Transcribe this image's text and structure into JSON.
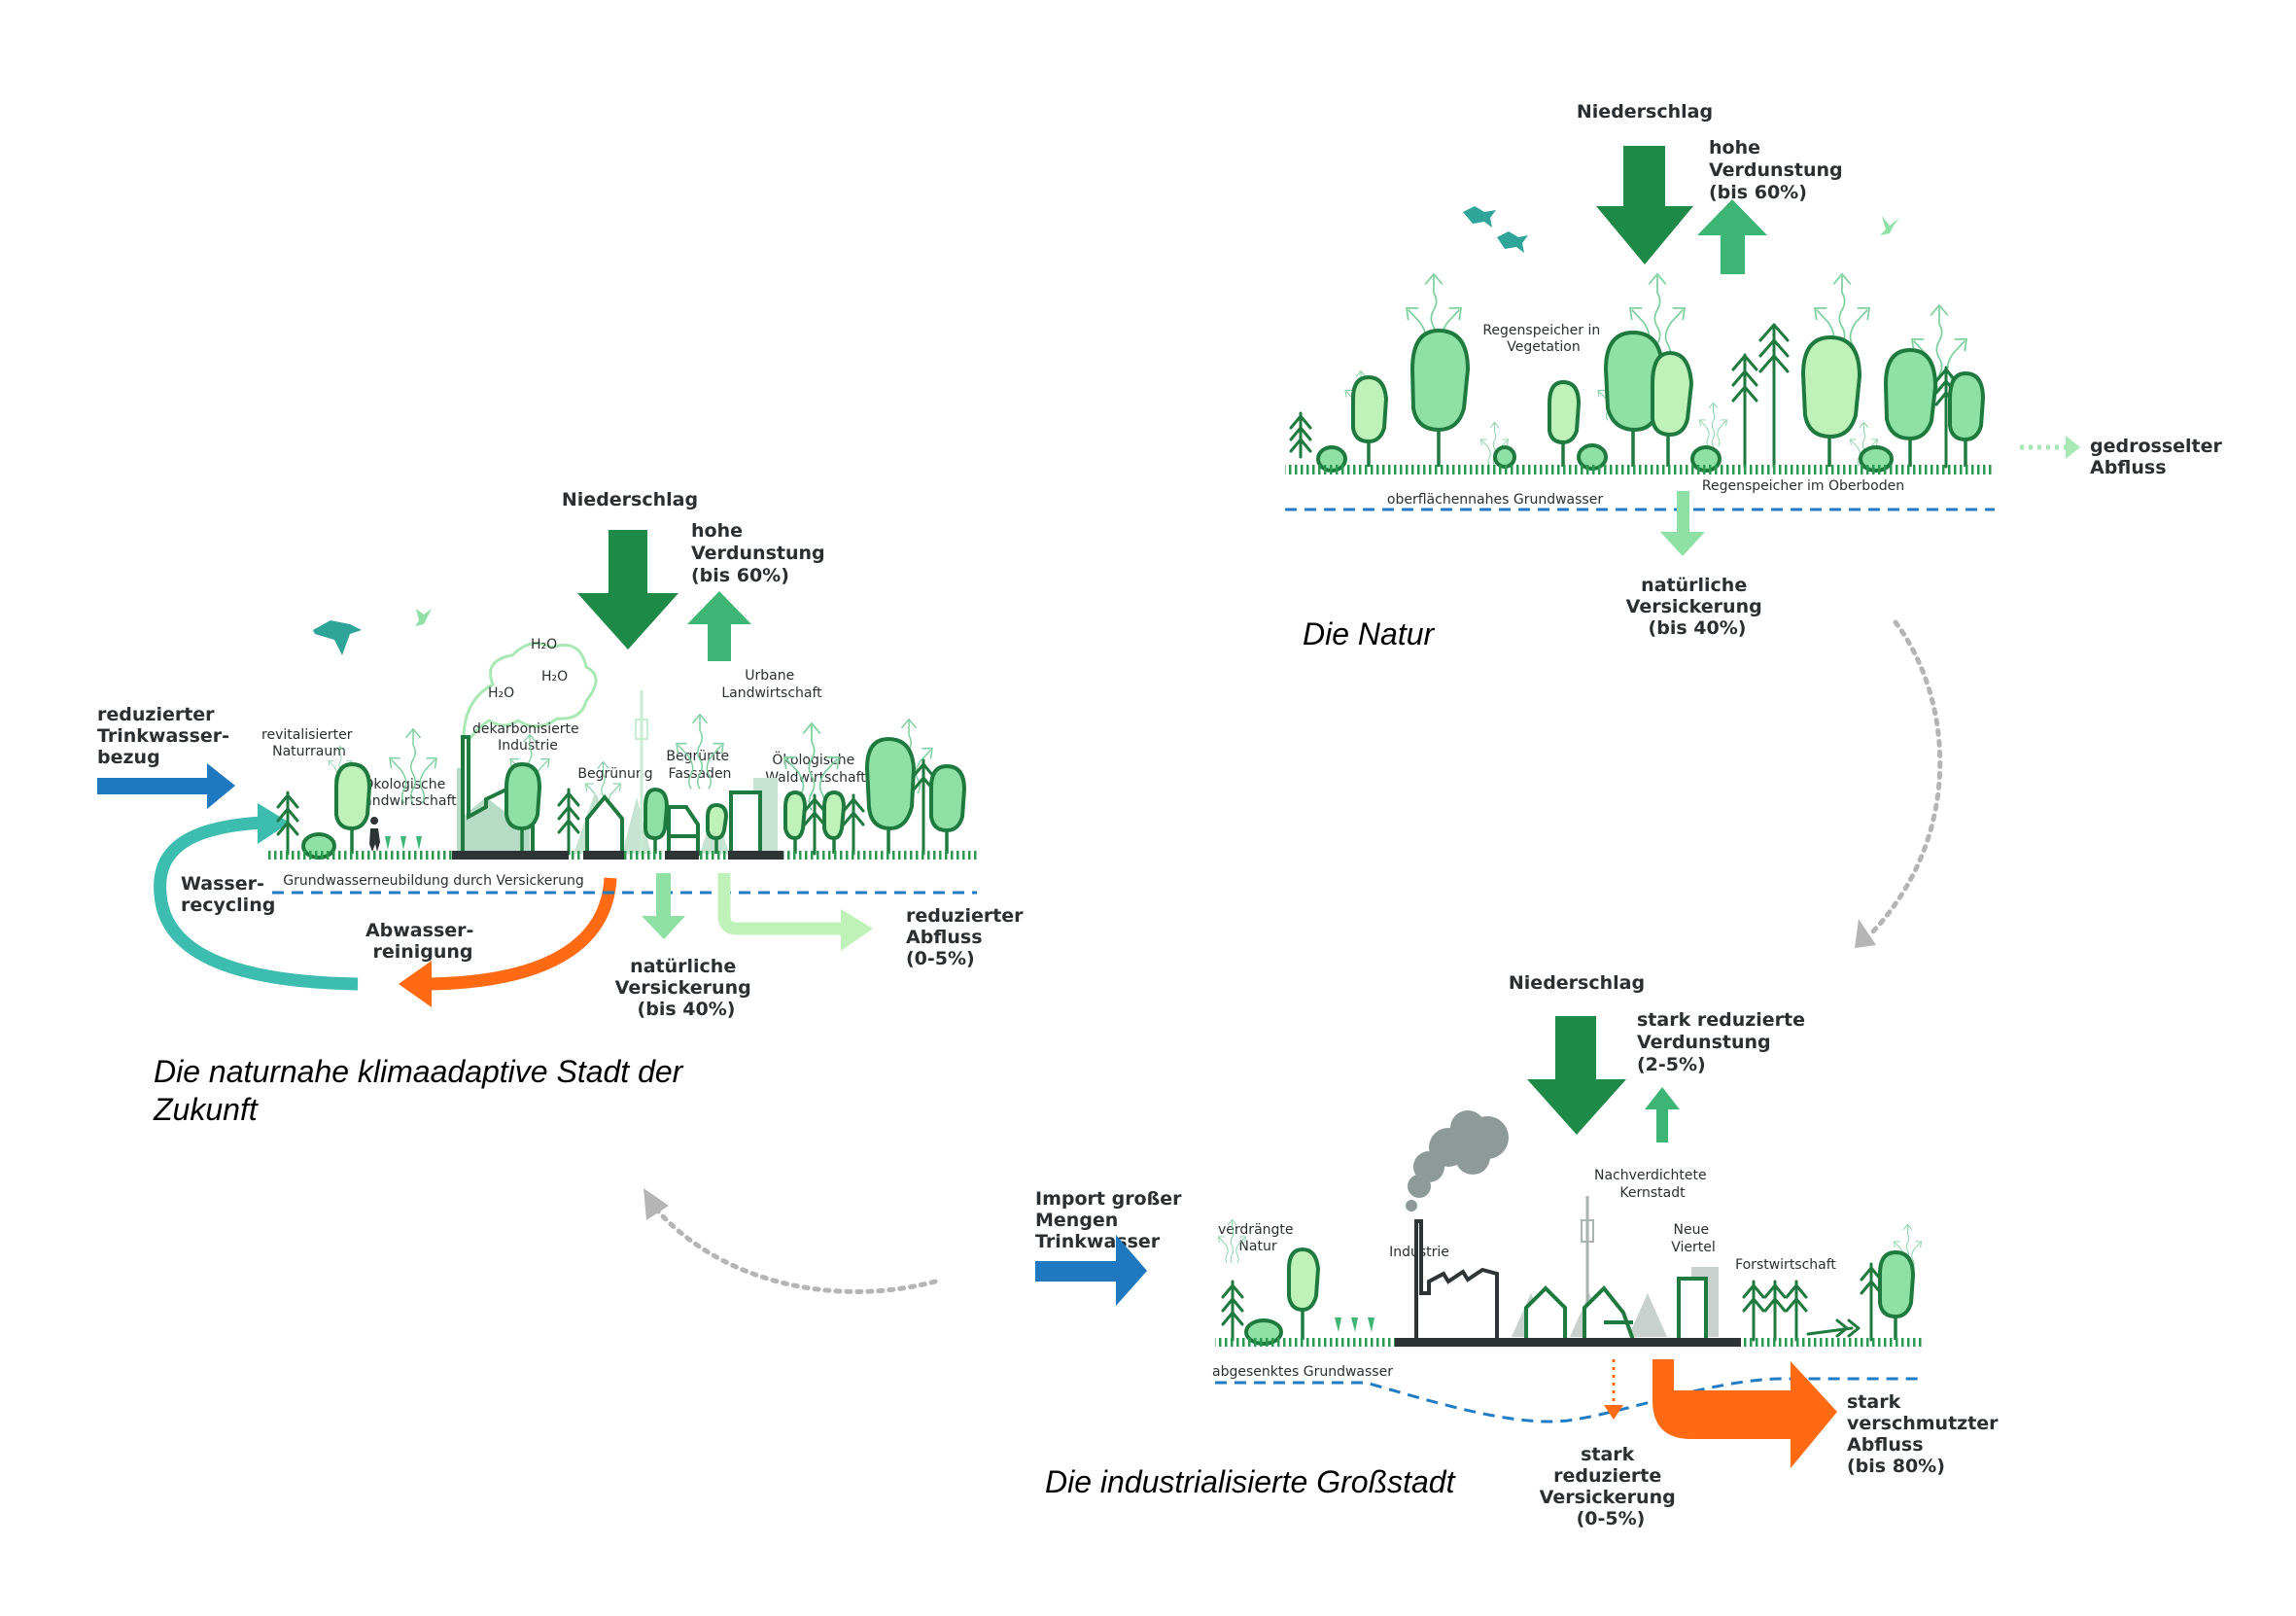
{
  "colors": {
    "dark_green": "#1e8a47",
    "mid_green": "#3db574",
    "light_green": "#8ee0a4",
    "pale_green": "#bff2b8",
    "blue": "#1f78c0",
    "orange": "#ff6a13",
    "teal": "#3dbdb0",
    "dark_ground": "#2e3436",
    "grey_building": "#c8d1cd",
    "smoke": "#8e9a98"
  },
  "natur": {
    "title": "Die Natur",
    "niederschlag": "Niederschlag",
    "verdunstung": [
      "hohe",
      "Verdunstung",
      "(bis 60%)"
    ],
    "regenspeicher_vegetation": [
      "Regenspeicher in",
      "Vegetation"
    ],
    "regenspeicher_oberboden": "Regenspeicher im Oberboden",
    "grundwasser": "oberflächennahes Grundwasser",
    "versickerung": [
      "natürliche",
      "Versickerung",
      "(bis 40%)"
    ],
    "abfluss": [
      "gedrosselter",
      "Abfluss"
    ]
  },
  "zukunft": {
    "title": [
      "Die naturnahe klimaadaptive Stadt der",
      "Zukunft"
    ],
    "niederschlag": "Niederschlag",
    "verdunstung": [
      "hohe",
      "Verdunstung",
      "(bis 60%)"
    ],
    "trinkwasser": [
      "reduzierter",
      "Trinkwasser-",
      "bezug"
    ],
    "naturraum": [
      "revitalisierter",
      "Naturraum"
    ],
    "landwirtschaft": [
      "Ökologische",
      "Landwirtschaft"
    ],
    "industrie": [
      "dekarbonisierte",
      "Industrie"
    ],
    "h2o": "H₂O",
    "begruenung": "Begrünung",
    "fassaden": [
      "Begrünte",
      "Fassaden"
    ],
    "urbane": [
      "Urbane",
      "Landwirtschaft"
    ],
    "waldwirtschaft": [
      "Ökologische",
      "Waldwirtschaft"
    ],
    "grundwasser": "Grundwasserneubildung durch Versickerung",
    "recycling": [
      "Wasser-",
      "recycling"
    ],
    "abwasser": [
      "Abwasser-",
      "reinigung"
    ],
    "versickerung": [
      "natürliche",
      "Versickerung",
      "(bis 40%)"
    ],
    "abfluss": [
      "reduzierter",
      "Abfluss",
      "(0-5%)"
    ]
  },
  "grossstadt": {
    "title": "Die industrialisierte Großstadt",
    "niederschlag": "Niederschlag",
    "verdunstung": [
      "stark reduzierte",
      "Verdunstung",
      "(2-5%)"
    ],
    "import": [
      "Import großer",
      "Mengen",
      "Trinkwasser"
    ],
    "natur": [
      "verdrängte",
      "Natur"
    ],
    "industrie": "Industrie",
    "kernstadt": [
      "Nachverdichtete",
      "Kernstadt"
    ],
    "viertel": [
      "Neue",
      "Viertel"
    ],
    "forst": "Forstwirtschaft",
    "grundwasser": "abgesenktes Grundwasser",
    "versickerung": [
      "stark",
      "reduzierte",
      "Versickerung",
      "(0-5%)"
    ],
    "abfluss": [
      "stark",
      "verschmutzter",
      "Abfluss",
      "(bis 80%)"
    ]
  }
}
